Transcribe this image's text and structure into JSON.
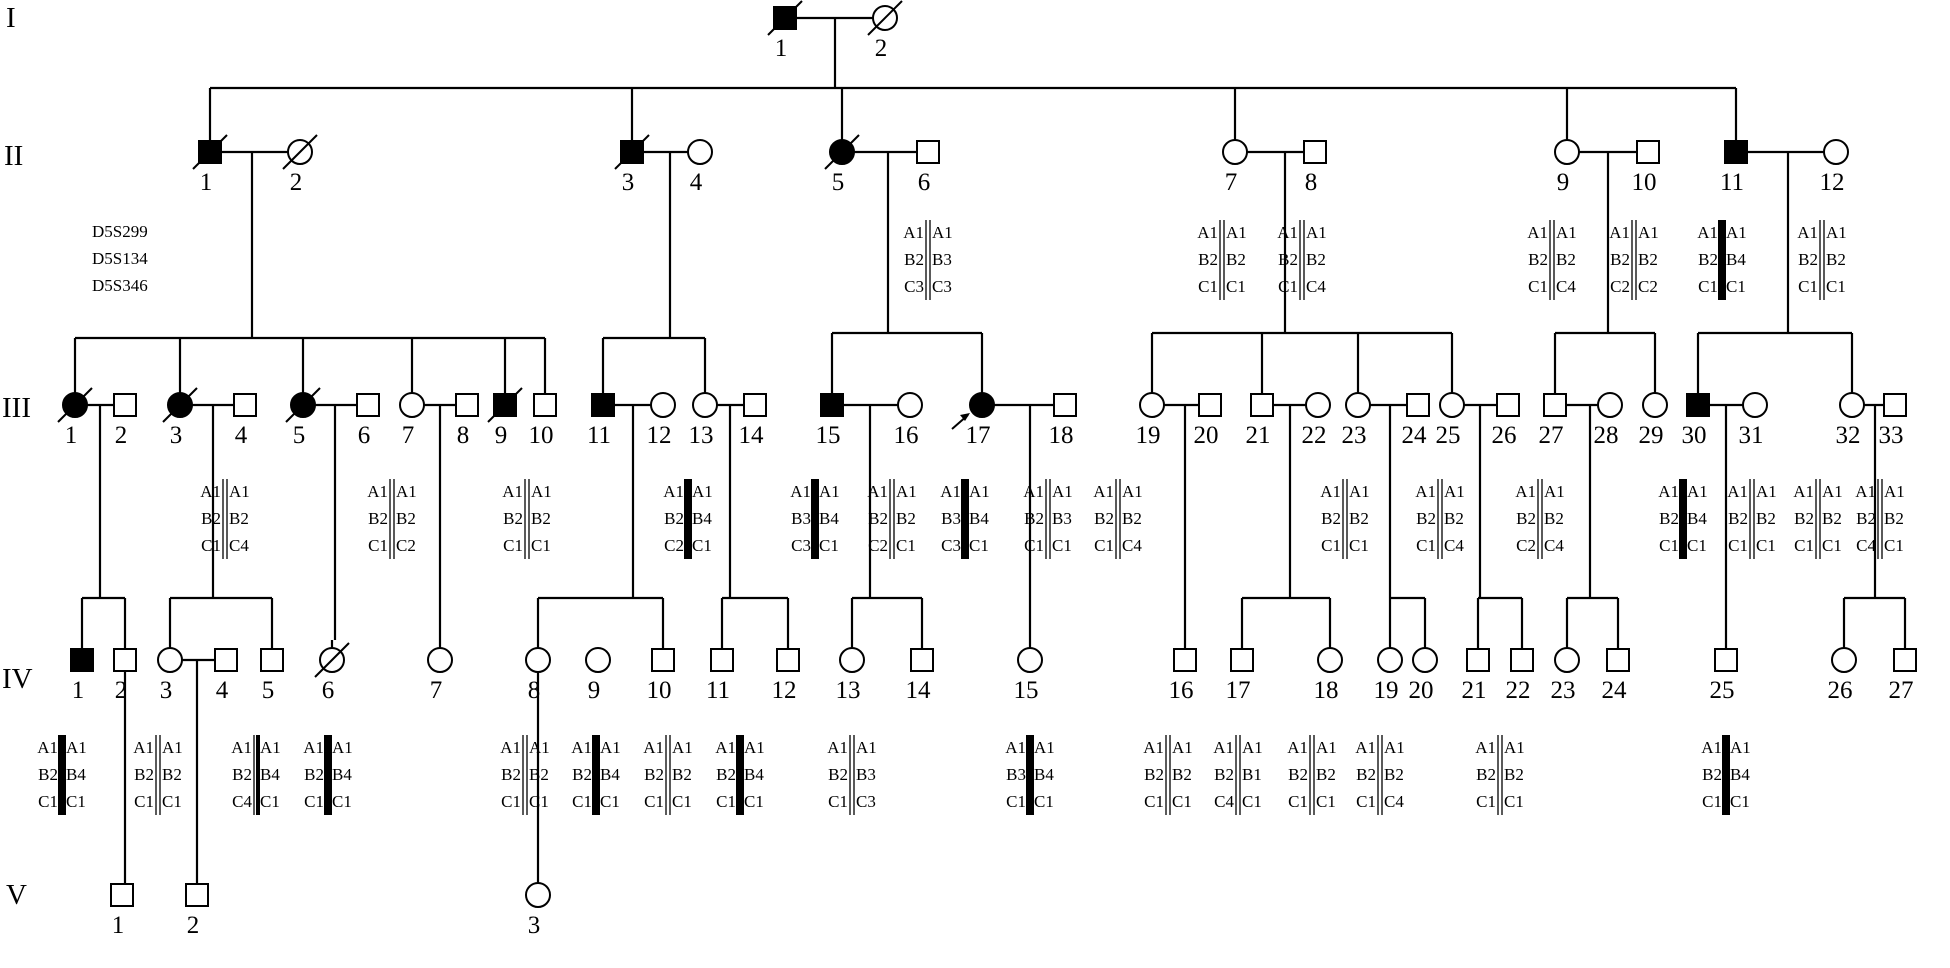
{
  "generations": [
    "I",
    "II",
    "III",
    "IV",
    "V"
  ],
  "markers": [
    "D5S299",
    "D5S134",
    "D5S346"
  ],
  "individuals": [
    {
      "gen": 1,
      "id": "1",
      "sex": "m",
      "affected": true,
      "deceased": true
    },
    {
      "gen": 1,
      "id": "2",
      "sex": "u",
      "affected": false,
      "deceased": true
    },
    {
      "gen": 2,
      "id": "1",
      "sex": "m",
      "affected": true,
      "deceased": true
    },
    {
      "gen": 2,
      "id": "2",
      "sex": "u",
      "affected": false,
      "deceased": true
    },
    {
      "gen": 2,
      "id": "3",
      "sex": "m",
      "affected": true,
      "deceased": true
    },
    {
      "gen": 2,
      "id": "4",
      "sex": "f",
      "affected": false,
      "deceased": false
    },
    {
      "gen": 2,
      "id": "5",
      "sex": "f",
      "affected": true,
      "deceased": true
    },
    {
      "gen": 2,
      "id": "6",
      "sex": "m",
      "affected": false,
      "deceased": false
    },
    {
      "gen": 2,
      "id": "7",
      "sex": "f",
      "affected": false,
      "deceased": false
    },
    {
      "gen": 2,
      "id": "8",
      "sex": "m",
      "affected": false,
      "deceased": false
    },
    {
      "gen": 2,
      "id": "9",
      "sex": "f",
      "affected": false,
      "deceased": false
    },
    {
      "gen": 2,
      "id": "10",
      "sex": "m",
      "affected": false,
      "deceased": false
    },
    {
      "gen": 2,
      "id": "11",
      "sex": "m",
      "affected": true,
      "deceased": false
    },
    {
      "gen": 2,
      "id": "12",
      "sex": "f",
      "affected": false,
      "deceased": false
    },
    {
      "gen": 3,
      "id": "1",
      "sex": "f",
      "affected": true,
      "deceased": true
    },
    {
      "gen": 3,
      "id": "2",
      "sex": "m",
      "affected": false,
      "deceased": false
    },
    {
      "gen": 3,
      "id": "3",
      "sex": "f",
      "affected": true,
      "deceased": true
    },
    {
      "gen": 3,
      "id": "4",
      "sex": "m",
      "affected": false,
      "deceased": false
    },
    {
      "gen": 3,
      "id": "5",
      "sex": "f",
      "affected": true,
      "deceased": true
    },
    {
      "gen": 3,
      "id": "6",
      "sex": "m",
      "affected": false,
      "deceased": false
    },
    {
      "gen": 3,
      "id": "7",
      "sex": "f",
      "affected": false,
      "deceased": false
    },
    {
      "gen": 3,
      "id": "8",
      "sex": "m",
      "affected": false,
      "deceased": false
    },
    {
      "gen": 3,
      "id": "9",
      "sex": "m",
      "affected": true,
      "deceased": true
    },
    {
      "gen": 3,
      "id": "10",
      "sex": "m",
      "affected": false,
      "deceased": false
    },
    {
      "gen": 3,
      "id": "11",
      "sex": "m",
      "affected": true,
      "deceased": false
    },
    {
      "gen": 3,
      "id": "12",
      "sex": "f",
      "affected": false,
      "deceased": false
    },
    {
      "gen": 3,
      "id": "13",
      "sex": "f",
      "affected": false,
      "deceased": false
    },
    {
      "gen": 3,
      "id": "14",
      "sex": "m",
      "affected": false,
      "deceased": false
    },
    {
      "gen": 3,
      "id": "15",
      "sex": "m",
      "affected": true,
      "deceased": false
    },
    {
      "gen": 3,
      "id": "16",
      "sex": "f",
      "affected": false,
      "deceased": false
    },
    {
      "gen": 3,
      "id": "17",
      "sex": "f",
      "affected": true,
      "deceased": false,
      "proband": true
    },
    {
      "gen": 3,
      "id": "18",
      "sex": "m",
      "affected": false,
      "deceased": false
    },
    {
      "gen": 3,
      "id": "19",
      "sex": "f",
      "affected": false,
      "deceased": false
    },
    {
      "gen": 3,
      "id": "20",
      "sex": "m",
      "affected": false,
      "deceased": false
    },
    {
      "gen": 3,
      "id": "21",
      "sex": "m",
      "affected": false,
      "deceased": false
    },
    {
      "gen": 3,
      "id": "22",
      "sex": "f",
      "affected": false,
      "deceased": false
    },
    {
      "gen": 3,
      "id": "23",
      "sex": "f",
      "affected": false,
      "deceased": false
    },
    {
      "gen": 3,
      "id": "24",
      "sex": "m",
      "affected": false,
      "deceased": false
    },
    {
      "gen": 3,
      "id": "25",
      "sex": "f",
      "affected": false,
      "deceased": false
    },
    {
      "gen": 3,
      "id": "26",
      "sex": "m",
      "affected": false,
      "deceased": false
    },
    {
      "gen": 3,
      "id": "27",
      "sex": "m",
      "affected": false,
      "deceased": false
    },
    {
      "gen": 3,
      "id": "28",
      "sex": "f",
      "affected": false,
      "deceased": false
    },
    {
      "gen": 3,
      "id": "29",
      "sex": "f",
      "affected": false,
      "deceased": false
    },
    {
      "gen": 3,
      "id": "30",
      "sex": "m",
      "affected": true,
      "deceased": false
    },
    {
      "gen": 3,
      "id": "31",
      "sex": "f",
      "affected": false,
      "deceased": false
    },
    {
      "gen": 3,
      "id": "32",
      "sex": "f",
      "affected": false,
      "deceased": false
    },
    {
      "gen": 3,
      "id": "33",
      "sex": "m",
      "affected": false,
      "deceased": false
    },
    {
      "gen": 4,
      "id": "1",
      "sex": "m",
      "affected": true,
      "deceased": false
    },
    {
      "gen": 4,
      "id": "2",
      "sex": "m",
      "affected": false,
      "deceased": false
    },
    {
      "gen": 4,
      "id": "3",
      "sex": "f",
      "affected": false,
      "deceased": false
    },
    {
      "gen": 4,
      "id": "4",
      "sex": "m",
      "affected": false,
      "deceased": false
    },
    {
      "gen": 4,
      "id": "5",
      "sex": "m",
      "affected": false,
      "deceased": false
    },
    {
      "gen": 4,
      "id": "6",
      "sex": "u",
      "affected": false,
      "deceased": true
    },
    {
      "gen": 4,
      "id": "7",
      "sex": "f",
      "affected": false,
      "deceased": false
    },
    {
      "gen": 4,
      "id": "8",
      "sex": "f",
      "affected": false,
      "deceased": false
    },
    {
      "gen": 4,
      "id": "9",
      "sex": "f",
      "affected": false,
      "deceased": false
    },
    {
      "gen": 4,
      "id": "10",
      "sex": "m",
      "affected": false,
      "deceased": false
    },
    {
      "gen": 4,
      "id": "11",
      "sex": "m",
      "affected": false,
      "deceased": false
    },
    {
      "gen": 4,
      "id": "12",
      "sex": "m",
      "affected": false,
      "deceased": false
    },
    {
      "gen": 4,
      "id": "13",
      "sex": "f",
      "affected": false,
      "deceased": false
    },
    {
      "gen": 4,
      "id": "14",
      "sex": "m",
      "affected": false,
      "deceased": false
    },
    {
      "gen": 4,
      "id": "15",
      "sex": "f",
      "affected": false,
      "deceased": false
    },
    {
      "gen": 4,
      "id": "16",
      "sex": "m",
      "affected": false,
      "deceased": false
    },
    {
      "gen": 4,
      "id": "17",
      "sex": "m",
      "affected": false,
      "deceased": false
    },
    {
      "gen": 4,
      "id": "18",
      "sex": "f",
      "affected": false,
      "deceased": false
    },
    {
      "gen": 4,
      "id": "19",
      "sex": "f",
      "affected": false,
      "deceased": false
    },
    {
      "gen": 4,
      "id": "20",
      "sex": "f",
      "affected": false,
      "deceased": false
    },
    {
      "gen": 4,
      "id": "21",
      "sex": "m",
      "affected": false,
      "deceased": false
    },
    {
      "gen": 4,
      "id": "22",
      "sex": "m",
      "affected": false,
      "deceased": false
    },
    {
      "gen": 4,
      "id": "23",
      "sex": "f",
      "affected": false,
      "deceased": false
    },
    {
      "gen": 4,
      "id": "24",
      "sex": "m",
      "affected": false,
      "deceased": false
    },
    {
      "gen": 4,
      "id": "25",
      "sex": "m",
      "affected": false,
      "deceased": false
    },
    {
      "gen": 4,
      "id": "26",
      "sex": "f",
      "affected": false,
      "deceased": false
    },
    {
      "gen": 4,
      "id": "27",
      "sex": "m",
      "affected": false,
      "deceased": false
    },
    {
      "gen": 5,
      "id": "1",
      "sex": "m",
      "affected": false,
      "deceased": false
    },
    {
      "gen": 5,
      "id": "2",
      "sex": "m",
      "affected": false,
      "deceased": false
    },
    {
      "gen": 5,
      "id": "3",
      "sex": "f",
      "affected": false,
      "deceased": false
    }
  ],
  "haplotypes": [
    {
      "gen": 2,
      "id": "6",
      "left": [
        "A1",
        "B2",
        "C3"
      ],
      "right": [
        "A1",
        "B3",
        "C3"
      ],
      "thick": "none"
    },
    {
      "gen": 2,
      "id": "7",
      "left": [
        "A1",
        "B2",
        "C1"
      ],
      "right": [
        "A1",
        "B2",
        "C1"
      ],
      "thick": "none"
    },
    {
      "gen": 2,
      "id": "8",
      "left": [
        "A1",
        "B2",
        "C1"
      ],
      "right": [
        "A1",
        "B2",
        "C4"
      ],
      "thick": "none"
    },
    {
      "gen": 2,
      "id": "9",
      "left": [
        "A1",
        "B2",
        "C1"
      ],
      "right": [
        "A1",
        "B2",
        "C4"
      ],
      "thick": "none"
    },
    {
      "gen": 2,
      "id": "10",
      "left": [
        "A1",
        "B2",
        "C2"
      ],
      "right": [
        "A1",
        "B2",
        "C2"
      ],
      "thick": "none"
    },
    {
      "gen": 2,
      "id": "11",
      "left": [
        "A1",
        "B2",
        "C1"
      ],
      "right": [
        "A1",
        "B4",
        "C1"
      ],
      "thick": "both"
    },
    {
      "gen": 2,
      "id": "12",
      "left": [
        "A1",
        "B2",
        "C1"
      ],
      "right": [
        "A1",
        "B2",
        "C1"
      ],
      "thick": "none"
    },
    {
      "gen": 3,
      "id": "4",
      "left": [
        "A1",
        "B2",
        "C1"
      ],
      "right": [
        "A1",
        "B2",
        "C4"
      ],
      "thick": "none"
    },
    {
      "gen": 3,
      "id": "7",
      "left": [
        "A1",
        "B2",
        "C1"
      ],
      "right": [
        "A1",
        "B2",
        "C2"
      ],
      "thick": "none"
    },
    {
      "gen": 3,
      "id": "10",
      "left": [
        "A1",
        "B2",
        "C1"
      ],
      "right": [
        "A1",
        "B2",
        "C1"
      ],
      "thick": "none"
    },
    {
      "gen": 3,
      "id": "13",
      "left": [
        "A1",
        "B2",
        "C2"
      ],
      "right": [
        "A1",
        "B4",
        "C1"
      ],
      "thick": "both"
    },
    {
      "gen": 3,
      "id": "15",
      "left": [
        "A1",
        "B3",
        "C3"
      ],
      "right": [
        "A1",
        "B4",
        "C1"
      ],
      "thick": "both"
    },
    {
      "gen": 3,
      "id": "16",
      "left": [
        "A1",
        "B2",
        "C2"
      ],
      "right": [
        "A1",
        "B2",
        "C1"
      ],
      "thick": "none"
    },
    {
      "gen": 3,
      "id": "17",
      "left": [
        "A1",
        "B3",
        "C3"
      ],
      "right": [
        "A1",
        "B4",
        "C1"
      ],
      "thick": "both"
    },
    {
      "gen": 3,
      "id": "18",
      "left": [
        "A1",
        "B2",
        "C1"
      ],
      "right": [
        "A1",
        "B3",
        "C1"
      ],
      "thick": "none"
    },
    {
      "gen": 3,
      "id": "18b",
      "left": [
        "A1",
        "B2",
        "C1"
      ],
      "right": [
        "A1",
        "B2",
        "C4"
      ],
      "thick": "none"
    },
    {
      "gen": 3,
      "id": "23",
      "left": [
        "A1",
        "B2",
        "C1"
      ],
      "right": [
        "A1",
        "B2",
        "C1"
      ],
      "thick": "none"
    },
    {
      "gen": 3,
      "id": "25",
      "left": [
        "A1",
        "B2",
        "C1"
      ],
      "right": [
        "A1",
        "B2",
        "C4"
      ],
      "thick": "none"
    },
    {
      "gen": 3,
      "id": "27",
      "left": [
        "A1",
        "B2",
        "C2"
      ],
      "right": [
        "A1",
        "B2",
        "C4"
      ],
      "thick": "none"
    },
    {
      "gen": 3,
      "id": "30",
      "left": [
        "A1",
        "B2",
        "C1"
      ],
      "right": [
        "A1",
        "B4",
        "C1"
      ],
      "thick": "both"
    },
    {
      "gen": 3,
      "id": "31",
      "left": [
        "A1",
        "B2",
        "C1"
      ],
      "right": [
        "A1",
        "B2",
        "C1"
      ],
      "thick": "none"
    },
    {
      "gen": 3,
      "id": "31b",
      "left": [
        "A1",
        "B2",
        "C1"
      ],
      "right": [
        "A1",
        "B2",
        "C1"
      ],
      "thick": "none"
    },
    {
      "gen": 3,
      "id": "32",
      "left": [
        "A1",
        "B2",
        "C4"
      ],
      "right": [
        "A1",
        "B2",
        "C1"
      ],
      "thick": "none"
    },
    {
      "gen": 4,
      "id": "1",
      "left": [
        "A1",
        "B2",
        "C1"
      ],
      "right": [
        "A1",
        "B4",
        "C1"
      ],
      "thick": "both"
    },
    {
      "gen": 4,
      "id": "2",
      "left": [
        "A1",
        "B2",
        "C1"
      ],
      "right": [
        "A1",
        "B2",
        "C1"
      ],
      "thick": "none"
    },
    {
      "gen": 4,
      "id": "4",
      "left": [
        "A1",
        "B2",
        "C4"
      ],
      "right": [
        "A1",
        "B4",
        "C1"
      ],
      "thick": "right"
    },
    {
      "gen": 4,
      "id": "5",
      "left": [
        "A1",
        "B2",
        "C1"
      ],
      "right": [
        "A1",
        "B4",
        "C1"
      ],
      "thick": "both"
    },
    {
      "gen": 4,
      "id": "8",
      "left": [
        "A1",
        "B2",
        "C1"
      ],
      "right": [
        "A1",
        "B2",
        "C1"
      ],
      "thick": "none"
    },
    {
      "gen": 4,
      "id": "9",
      "left": [
        "A1",
        "B2",
        "C1"
      ],
      "right": [
        "A1",
        "B4",
        "C1"
      ],
      "thick": "both"
    },
    {
      "gen": 4,
      "id": "10",
      "left": [
        "A1",
        "B2",
        "C1"
      ],
      "right": [
        "A1",
        "B2",
        "C1"
      ],
      "thick": "none"
    },
    {
      "gen": 4,
      "id": "11",
      "left": [
        "A1",
        "B2",
        "C1"
      ],
      "right": [
        "A1",
        "B4",
        "C1"
      ],
      "thick": "both"
    },
    {
      "gen": 4,
      "id": "13",
      "left": [
        "A1",
        "B2",
        "C1"
      ],
      "right": [
        "A1",
        "B3",
        "C3"
      ],
      "thick": "none"
    },
    {
      "gen": 4,
      "id": "15",
      "left": [
        "A1",
        "B3",
        "C1"
      ],
      "right": [
        "A1",
        "B4",
        "C1"
      ],
      "thick": "both"
    },
    {
      "gen": 4,
      "id": "16",
      "left": [
        "A1",
        "B2",
        "C1"
      ],
      "right": [
        "A1",
        "B2",
        "C1"
      ],
      "thick": "none"
    },
    {
      "gen": 4,
      "id": "16b",
      "left": [
        "A1",
        "B2",
        "C4"
      ],
      "right": [
        "A1",
        "B1",
        "C1"
      ],
      "thick": "none"
    },
    {
      "gen": 4,
      "id": "18",
      "left": [
        "A1",
        "B2",
        "C1"
      ],
      "right": [
        "A1",
        "B2",
        "C1"
      ],
      "thick": "none"
    },
    {
      "gen": 4,
      "id": "19",
      "left": [
        "A1",
        "B2",
        "C1"
      ],
      "right": [
        "A1",
        "B2",
        "C4"
      ],
      "thick": "none"
    },
    {
      "gen": 4,
      "id": "21",
      "left": [
        "A1",
        "B2",
        "C1"
      ],
      "right": [
        "A1",
        "B2",
        "C1"
      ],
      "thick": "none"
    },
    {
      "gen": 4,
      "id": "25",
      "left": [
        "A1",
        "B2",
        "C1"
      ],
      "right": [
        "A1",
        "B4",
        "C1"
      ],
      "thick": "both"
    }
  ]
}
